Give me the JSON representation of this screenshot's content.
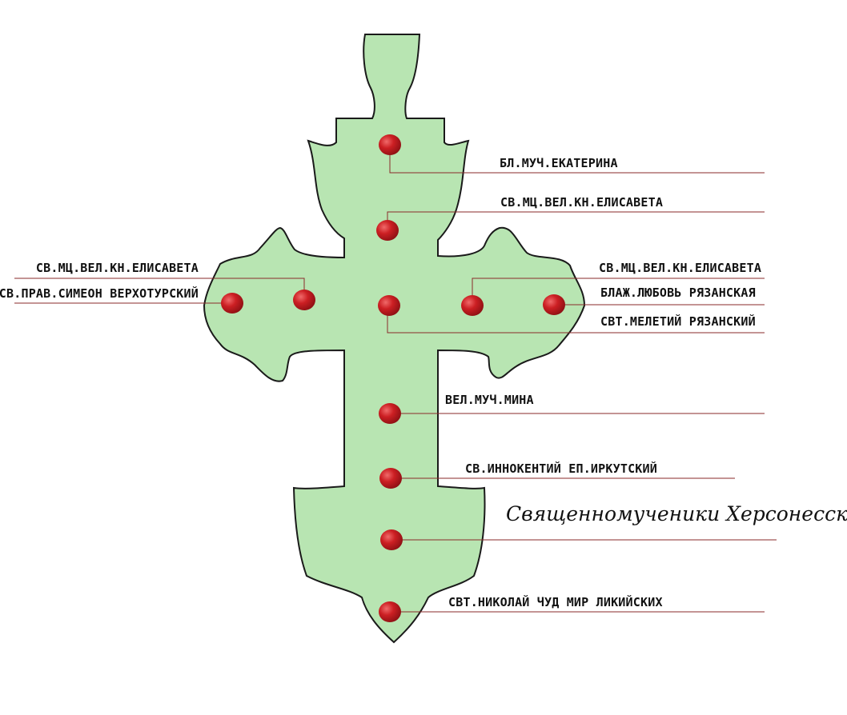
{
  "colors": {
    "cross_fill": "#b8e5b2",
    "cross_stroke": "#1a1a1a",
    "gem": "#cc1f23",
    "gem_highlight": "#f06a6a",
    "leader_line": "#8a2a2a",
    "text": "#111111"
  },
  "labels": [
    {
      "id": "top-gem",
      "text": "БЛ.МУЧ.ЕКАТЕРИНА"
    },
    {
      "id": "upper-gem",
      "text": "СВ.МЦ.ВЕЛ.КН.ЕЛИСАВЕТА"
    },
    {
      "id": "left-inner-gem",
      "text": "СВ.МЦ.ВЕЛ.КН.ЕЛИСАВЕТА"
    },
    {
      "id": "left-outer-gem",
      "text": "СВ.ПРАВ.СИМЕОН ВЕРХОТУРСКИЙ"
    },
    {
      "id": "right-inner-gem",
      "text": "СВ.МЦ.ВЕЛ.КН.ЕЛИСАВЕТА"
    },
    {
      "id": "right-outer-gem",
      "text": "БЛАЖ.ЛЮБОВЬ РЯЗАНСКАЯ"
    },
    {
      "id": "center-gem",
      "text": "СВТ.МЕЛЕТИЙ РЯЗАНСКИЙ"
    },
    {
      "id": "lower-gem-1",
      "text": "ВЕЛ.МУЧ.МИНА"
    },
    {
      "id": "lower-gem-2",
      "text": "СВ.ИННОКЕНТИЙ ЕП.ИРКУТСКИЙ"
    },
    {
      "id": "lower-gem-3",
      "text": "Священномученики Херсонесские"
    },
    {
      "id": "bottom-gem",
      "text": "СВТ.НИКОЛАЙ ЧУД МИР ЛИКИЙСКИХ"
    }
  ]
}
